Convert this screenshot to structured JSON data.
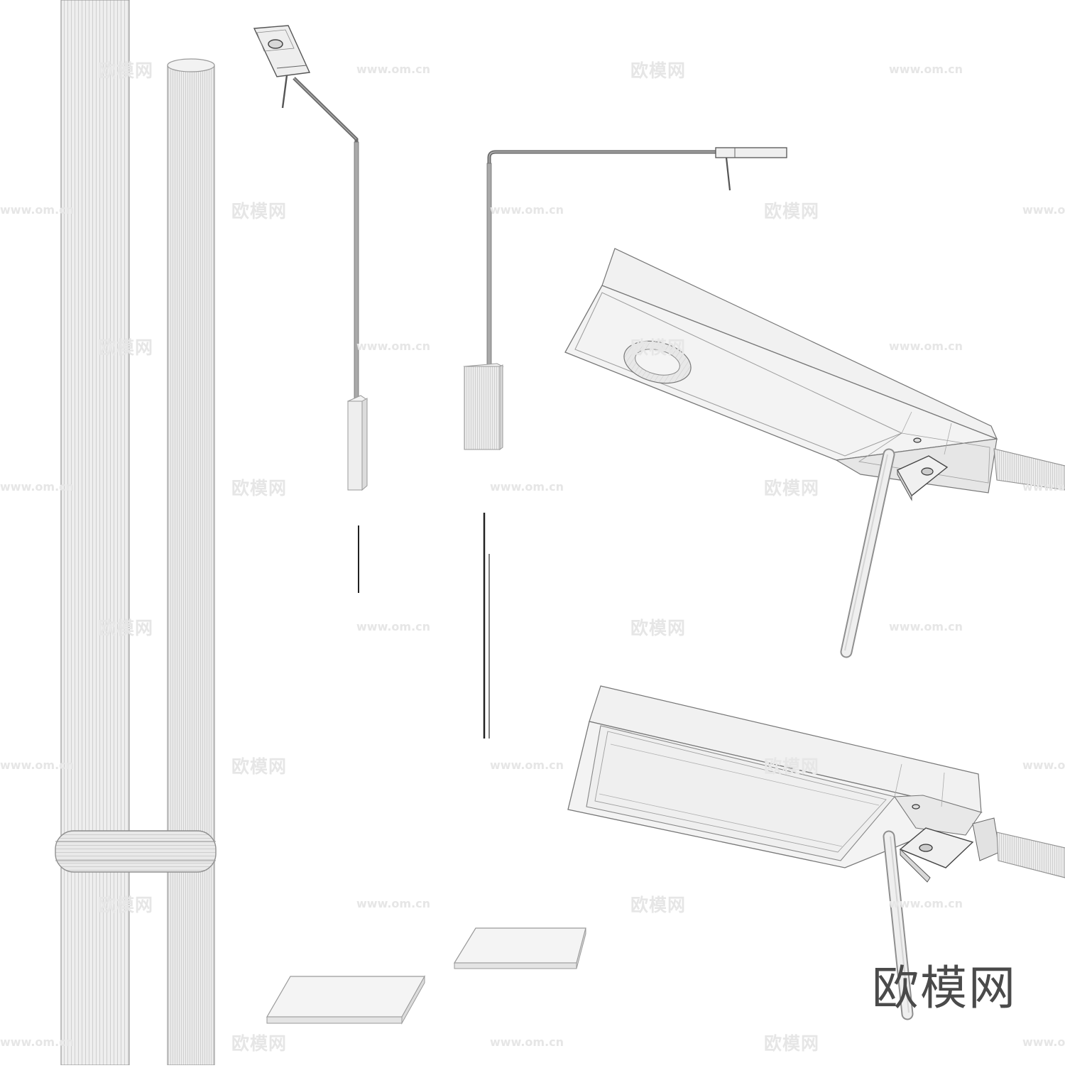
{
  "watermark": {
    "text": "欧模网",
    "url": "www.om.cn"
  },
  "brand_text": "欧模网",
  "colors": {
    "background": "#ffffff",
    "model_fill": "#ececec",
    "wire": "#b0b0b0",
    "dark_wire": "#333333",
    "watermark": "#e6e6e6",
    "brand": "#4a4a4a"
  }
}
